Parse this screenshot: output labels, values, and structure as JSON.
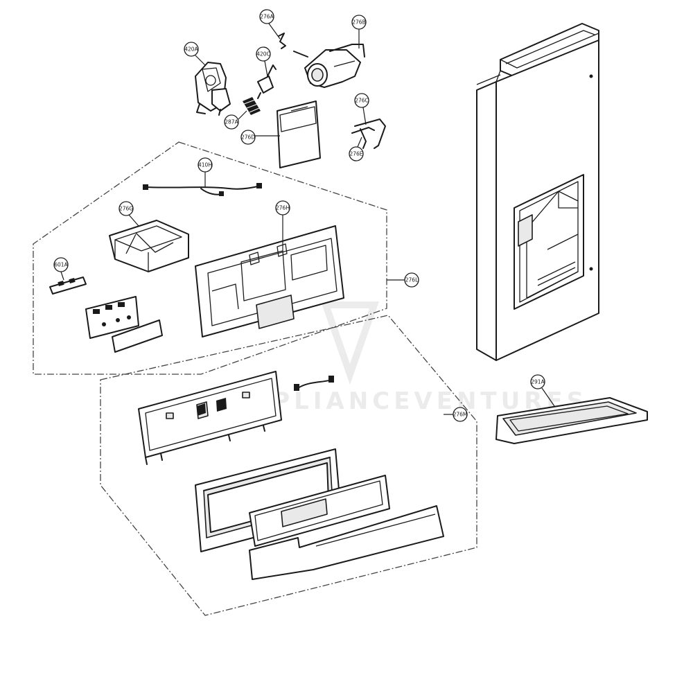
{
  "diagram": {
    "watermark": "APPLIANCEVENTURES",
    "callouts": [
      {
        "id": "c-276a",
        "label": "276A"
      },
      {
        "id": "c-276b",
        "label": "276B"
      },
      {
        "id": "c-420a",
        "label": "420A"
      },
      {
        "id": "c-420c",
        "label": "420C"
      },
      {
        "id": "c-287a",
        "label": "287A"
      },
      {
        "id": "c-276d",
        "label": "276D"
      },
      {
        "id": "c-276c",
        "label": "276C"
      },
      {
        "id": "c-276e",
        "label": "276E"
      },
      {
        "id": "c-410h",
        "label": "410H"
      },
      {
        "id": "c-276g",
        "label": "276G"
      },
      {
        "id": "c-276h",
        "label": "276H"
      },
      {
        "id": "c-601a",
        "label": "601A"
      },
      {
        "id": "c-276l",
        "label": "276L"
      },
      {
        "id": "c-276m",
        "label": "276M"
      },
      {
        "id": "c-291a",
        "label": "291A"
      }
    ]
  }
}
